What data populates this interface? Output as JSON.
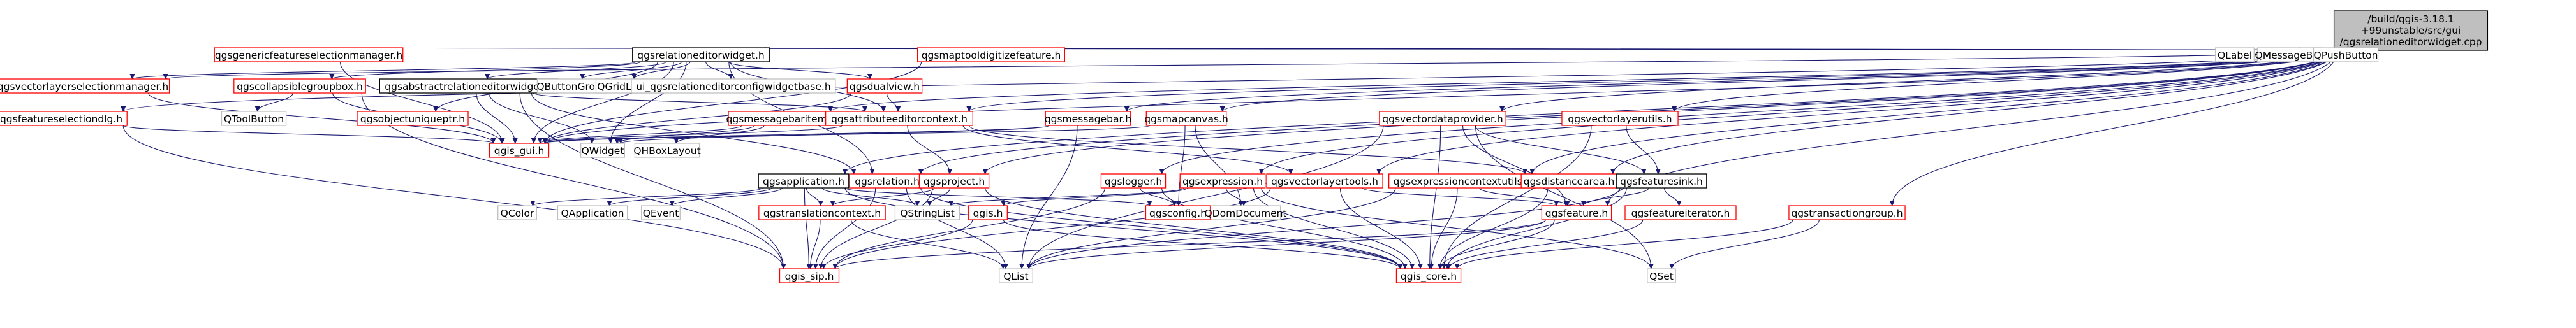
{
  "colors": {
    "edge": "#191970",
    "root_fill": "#bfbfbf",
    "root_border": "#000000",
    "internal_border": "#ff0000",
    "included_border": "#000000",
    "external_border": "#bfbfbf",
    "fill": "#ffffff"
  },
  "root": {
    "id": "root",
    "lines": [
      "/build/qgis-3.18.1",
      "+99unstable/src/gui",
      "/qgsrelationeditorwidget.cpp"
    ]
  },
  "nodes": [
    {
      "id": "qgsgenericfeatureselectionmanager_h",
      "label": "qgsgenericfeatureselectionmanager.h",
      "kind": "internal"
    },
    {
      "id": "qgsrelationeditorwidget_h",
      "label": "qgsrelationeditorwidget.h",
      "kind": "included"
    },
    {
      "id": "qgsmaptooldigitizefeature_h",
      "label": "qgsmaptooldigitizefeature.h",
      "kind": "internal"
    },
    {
      "id": "QLabel",
      "label": "QLabel",
      "kind": "external"
    },
    {
      "id": "QMessageBox",
      "label": "QMessageBox",
      "kind": "external"
    },
    {
      "id": "QPushButton",
      "label": "QPushButton",
      "kind": "external"
    },
    {
      "id": "qgsvectorlayerselectionmanager_h",
      "label": "qgsvectorlayerselectionmanager.h",
      "kind": "internal"
    },
    {
      "id": "qgscollapsiblegroupbox_h",
      "label": "qgscollapsiblegroupbox.h",
      "kind": "internal"
    },
    {
      "id": "qgsabstractrelationeditorwidget_h",
      "label": "qgsabstractrelationeditorwidget.h",
      "kind": "included"
    },
    {
      "id": "QButtonGroup",
      "label": "QButtonGroup",
      "kind": "external"
    },
    {
      "id": "QGridLayout",
      "label": "QGridLayout",
      "kind": "external"
    },
    {
      "id": "ui_qgsrelationeditorconfigwidgetbase_h",
      "label": "ui_qgsrelationeditorconfigwidgetbase.h",
      "kind": "external"
    },
    {
      "id": "qgsdualview_h",
      "label": "qgsdualview.h",
      "kind": "internal"
    },
    {
      "id": "qgsfeatureselectiondlg_h",
      "label": "qgsfeatureselectiondlg.h",
      "kind": "internal"
    },
    {
      "id": "QToolButton",
      "label": "QToolButton",
      "kind": "external"
    },
    {
      "id": "qgsobjectuniqueptr_h",
      "label": "qgsobjectuniqueptr.h",
      "kind": "internal"
    },
    {
      "id": "qgsmessagebaritem_h",
      "label": "qgsmessagebaritem.h",
      "kind": "internal"
    },
    {
      "id": "qgsattributeeditorcontext_h",
      "label": "qgsattributeeditorcontext.h",
      "kind": "internal"
    },
    {
      "id": "qgsmessagebar_h",
      "label": "qgsmessagebar.h",
      "kind": "internal"
    },
    {
      "id": "qgsmapcanvas_h",
      "label": "qgsmapcanvas.h",
      "kind": "internal"
    },
    {
      "id": "qgsvectordataprovider_h",
      "label": "qgsvectordataprovider.h",
      "kind": "internal"
    },
    {
      "id": "qgsvectorlayerutils_h",
      "label": "qgsvectorlayerutils.h",
      "kind": "internal"
    },
    {
      "id": "qgis_gui_h",
      "label": "qgis_gui.h",
      "kind": "internal"
    },
    {
      "id": "QWidget",
      "label": "QWidget",
      "kind": "external"
    },
    {
      "id": "QHBoxLayout",
      "label": "QHBoxLayout",
      "kind": "external"
    },
    {
      "id": "qgsapplication_h",
      "label": "qgsapplication.h",
      "kind": "included"
    },
    {
      "id": "qgsrelation_h",
      "label": "qgsrelation.h",
      "kind": "internal"
    },
    {
      "id": "qgsproject_h",
      "label": "qgsproject.h",
      "kind": "internal"
    },
    {
      "id": "qgslogger_h",
      "label": "qgslogger.h",
      "kind": "internal"
    },
    {
      "id": "qgsexpression_h",
      "label": "qgsexpression.h",
      "kind": "internal"
    },
    {
      "id": "qgsvectorlayertools_h",
      "label": "qgsvectorlayertools.h",
      "kind": "internal"
    },
    {
      "id": "qgsexpressioncontextutils_h",
      "label": "qgsexpressioncontextutils.h",
      "kind": "internal"
    },
    {
      "id": "qgsdistancearea_h",
      "label": "qgsdistancearea.h",
      "kind": "internal"
    },
    {
      "id": "qgsfeaturesink_h",
      "label": "qgsfeaturesink.h",
      "kind": "included"
    },
    {
      "id": "QColor",
      "label": "QColor",
      "kind": "external"
    },
    {
      "id": "QApplication",
      "label": "QApplication",
      "kind": "external"
    },
    {
      "id": "QEvent",
      "label": "QEvent",
      "kind": "external"
    },
    {
      "id": "qgstranslationcontext_h",
      "label": "qgstranslationcontext.h",
      "kind": "internal"
    },
    {
      "id": "QStringList",
      "label": "QStringList",
      "kind": "external"
    },
    {
      "id": "qgis_h",
      "label": "qgis.h",
      "kind": "internal"
    },
    {
      "id": "qgsconfig_h",
      "label": "qgsconfig.h",
      "kind": "internal"
    },
    {
      "id": "QDomDocument",
      "label": "QDomDocument",
      "kind": "external"
    },
    {
      "id": "qgsfeature_h",
      "label": "qgsfeature.h",
      "kind": "internal"
    },
    {
      "id": "qgsfeatureiterator_h",
      "label": "qgsfeatureiterator.h",
      "kind": "internal"
    },
    {
      "id": "qgstransactiongroup_h",
      "label": "qgstransactiongroup.h",
      "kind": "internal"
    },
    {
      "id": "qgis_sip_h",
      "label": "qgis_sip.h",
      "kind": "internal"
    },
    {
      "id": "QList",
      "label": "QList",
      "kind": "external"
    },
    {
      "id": "qgis_core_h",
      "label": "qgis_core.h",
      "kind": "internal"
    },
    {
      "id": "QSet",
      "label": "QSet",
      "kind": "external"
    }
  ],
  "edges": [
    [
      "root",
      "qgsgenericfeatureselectionmanager_h"
    ],
    [
      "root",
      "qgsrelationeditorwidget_h"
    ],
    [
      "root",
      "qgsmaptooldigitizefeature_h"
    ],
    [
      "root",
      "QLabel"
    ],
    [
      "root",
      "QMessageBox"
    ],
    [
      "root",
      "QPushButton"
    ],
    [
      "root",
      "qgsvectorlayerselectionmanager_h"
    ],
    [
      "root",
      "qgsfeatureselectiondlg_h"
    ],
    [
      "root",
      "qgsmessagebaritem_h"
    ],
    [
      "root",
      "qgsattributeeditorcontext_h"
    ],
    [
      "root",
      "qgsmessagebar_h"
    ],
    [
      "root",
      "qgsmapcanvas_h"
    ],
    [
      "root",
      "qgsvectordataprovider_h"
    ],
    [
      "root",
      "qgsvectorlayerutils_h"
    ],
    [
      "root",
      "qgstransactiongroup_h"
    ],
    [
      "root",
      "qgsexpressioncontextutils_h"
    ],
    [
      "root",
      "qgsdistancearea_h"
    ],
    [
      "root",
      "qgsvectorlayertools_h"
    ],
    [
      "root",
      "qgsexpression_h"
    ],
    [
      "root",
      "qgslogger_h"
    ],
    [
      "root",
      "qgsproject_h"
    ],
    [
      "root",
      "qgsrelation_h"
    ],
    [
      "root",
      "qgsfeature_h"
    ],
    [
      "root",
      "qgsapplication_h"
    ],
    [
      "root",
      "qgis_gui_h"
    ],
    [
      "qgsgenericfeatureselectionmanager_h",
      "qgis_gui_h"
    ],
    [
      "qgsrelationeditorwidget_h",
      "qgsvectorlayerselectionmanager_h"
    ],
    [
      "qgsrelationeditorwidget_h",
      "qgscollapsiblegroupbox_h"
    ],
    [
      "qgsrelationeditorwidget_h",
      "qgsabstractrelationeditorwidget_h"
    ],
    [
      "qgsrelationeditorwidget_h",
      "QButtonGroup"
    ],
    [
      "qgsrelationeditorwidget_h",
      "QGridLayout"
    ],
    [
      "qgsrelationeditorwidget_h",
      "ui_qgsrelationeditorconfigwidgetbase_h"
    ],
    [
      "qgsrelationeditorwidget_h",
      "qgsdualview_h"
    ],
    [
      "qgsrelationeditorwidget_h",
      "qgsobjectuniqueptr_h"
    ],
    [
      "qgsrelationeditorwidget_h",
      "qgsattributeeditorcontext_h"
    ],
    [
      "qgsrelationeditorwidget_h",
      "qgsrelation_h"
    ],
    [
      "qgsrelationeditorwidget_h",
      "qgis_gui_h"
    ],
    [
      "qgsrelationeditorwidget_h",
      "QWidget"
    ],
    [
      "qgsmaptooldigitizefeature_h",
      "qgis_gui_h"
    ],
    [
      "qgsvectorlayerselectionmanager_h",
      "qgis_gui_h"
    ],
    [
      "qgscollapsiblegroupbox_h",
      "QToolButton"
    ],
    [
      "qgscollapsiblegroupbox_h",
      "qgis_gui_h"
    ],
    [
      "qgscollapsiblegroupbox_h",
      "qgis_sip_h"
    ],
    [
      "qgsabstractrelationeditorwidget_h",
      "qgsattributeeditorcontext_h"
    ],
    [
      "qgsabstractrelationeditorwidget_h",
      "qgsrelation_h"
    ],
    [
      "qgsabstractrelationeditorwidget_h",
      "QWidget"
    ],
    [
      "qgsabstractrelationeditorwidget_h",
      "qgis_gui_h"
    ],
    [
      "qgsabstractrelationeditorwidget_h",
      "qgis_sip_h"
    ],
    [
      "qgsdualview_h",
      "qgsattributeeditorcontext_h"
    ],
    [
      "qgsdualview_h",
      "qgis_gui_h"
    ],
    [
      "qgsfeatureselectiondlg_h",
      "qgis_gui_h"
    ],
    [
      "qgsfeatureselectiondlg_h",
      "qgis_sip_h"
    ],
    [
      "qgsmessagebaritem_h",
      "qgis_gui_h"
    ],
    [
      "qgsmessagebaritem_h",
      "QWidget"
    ],
    [
      "qgsmessagebaritem_h",
      "QHBoxLayout"
    ],
    [
      "qgsattributeeditorcontext_h",
      "qgis_gui_h"
    ],
    [
      "qgsattributeeditorcontext_h",
      "qgsproject_h"
    ],
    [
      "qgsattributeeditorcontext_h",
      "qgsdistancearea_h"
    ],
    [
      "qgsattributeeditorcontext_h",
      "qgsvectorlayertools_h"
    ],
    [
      "qgsmessagebar_h",
      "qgis_gui_h"
    ],
    [
      "qgsmessagebar_h",
      "QWidget"
    ],
    [
      "qgsmessagebar_h",
      "QList"
    ],
    [
      "qgsmapcanvas_h",
      "qgis_gui_h"
    ],
    [
      "qgsmapcanvas_h",
      "QDomDocument"
    ],
    [
      "qgsmapcanvas_h",
      "qgsconfig_h"
    ],
    [
      "qgsvectordataprovider_h",
      "qgis_core_h"
    ],
    [
      "qgsvectordataprovider_h",
      "QSet"
    ],
    [
      "qgsvectordataprovider_h",
      "qgsfeature_h"
    ],
    [
      "qgsvectordataprovider_h",
      "qgsfeaturesink_h"
    ],
    [
      "qgsvectordataprovider_h",
      "QList"
    ],
    [
      "qgsvectorlayerutils_h",
      "qgsfeaturesink_h"
    ],
    [
      "qgsvectorlayerutils_h",
      "qgis_core_h"
    ],
    [
      "qgsapplication_h",
      "QColor"
    ],
    [
      "qgsapplication_h",
      "QApplication"
    ],
    [
      "qgsapplication_h",
      "QEvent"
    ],
    [
      "qgsapplication_h",
      "qgstranslationcontext_h"
    ],
    [
      "qgsapplication_h",
      "QStringList"
    ],
    [
      "qgsapplication_h",
      "qgsconfig_h"
    ],
    [
      "qgsapplication_h",
      "qgis_core_h"
    ],
    [
      "qgsapplication_h",
      "qgis_sip_h"
    ],
    [
      "qgsrelation_h",
      "qgis_core_h"
    ],
    [
      "qgsrelation_h",
      "qgis_sip_h"
    ],
    [
      "qgsrelation_h",
      "QList"
    ],
    [
      "qgsproject_h",
      "qgis_core_h"
    ],
    [
      "qgsproject_h",
      "qgis_sip_h"
    ],
    [
      "qgsproject_h",
      "QStringList"
    ],
    [
      "qgsproject_h",
      "qgstranslationcontext_h"
    ],
    [
      "qgslogger_h",
      "qgis_core_h"
    ],
    [
      "qgslogger_h",
      "qgsconfig_h"
    ],
    [
      "qgslogger_h",
      "qgis_sip_h"
    ],
    [
      "qgsexpression_h",
      "qgis_h"
    ],
    [
      "qgsexpression_h",
      "QDomDocument"
    ],
    [
      "qgsexpression_h",
      "qgis_core_h"
    ],
    [
      "qgsexpression_h",
      "QStringList"
    ],
    [
      "qgsexpression_h",
      "QSet"
    ],
    [
      "qgsvectorlayertools_h",
      "qgis_core_h"
    ],
    [
      "qgsvectorlayertools_h",
      "qgsfeature_h"
    ],
    [
      "qgsvectorlayertools_h",
      "qgis_sip_h"
    ],
    [
      "qgsexpressioncontextutils_h",
      "qgis_core_h"
    ],
    [
      "qgsexpressioncontextutils_h",
      "qgsfeature_h"
    ],
    [
      "qgsexpressioncontextutils_h",
      "QList"
    ],
    [
      "qgsdistancearea_h",
      "qgis_core_h"
    ],
    [
      "qgsfeaturesink_h",
      "qgsfeature_h"
    ],
    [
      "qgsfeaturesink_h",
      "qgis_core_h"
    ],
    [
      "qgsfeaturesink_h",
      "qgsfeatureiterator_h"
    ],
    [
      "qgsfeaturesink_h",
      "QList"
    ],
    [
      "qgstranslationcontext_h",
      "qgis_sip_h"
    ],
    [
      "qgstranslationcontext_h",
      "QList"
    ],
    [
      "qgis_h",
      "qgis_sip_h"
    ],
    [
      "qgis_h",
      "qgis_core_h"
    ],
    [
      "qgsfeature_h",
      "qgis_core_h"
    ],
    [
      "qgsfeature_h",
      "qgis_sip_h"
    ],
    [
      "qgsfeature_h",
      "QList"
    ],
    [
      "qgsfeatureiterator_h",
      "qgis_core_h"
    ],
    [
      "qgstransactiongroup_h",
      "qgis_core_h"
    ],
    [
      "qgstransactiongroup_h",
      "QSet"
    ]
  ]
}
